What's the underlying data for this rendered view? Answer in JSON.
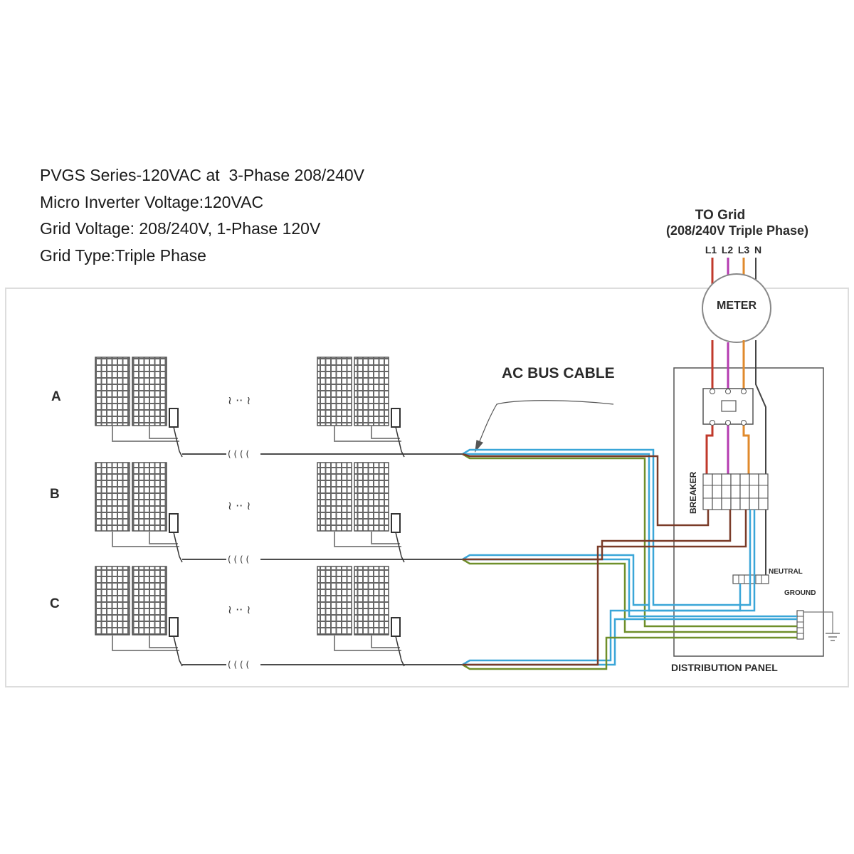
{
  "spec": {
    "line1": "PVGS Series-120VAC at  3-Phase 208/240V",
    "line2": "Micro Inverter Voltage:120VAC",
    "line3": "Grid Voltage: 208/240V, 1-Phase 120V",
    "line4": "Grid Type:Triple Phase"
  },
  "grid": {
    "title": "TO Grid",
    "subtitle": "(208/240V Triple Phase)",
    "phases": [
      "L1",
      "L2",
      "L3",
      "N"
    ]
  },
  "meter_label": "METER",
  "ac_bus_label": "AC BUS CABLE",
  "rows": [
    "A",
    "B",
    "C"
  ],
  "breaker_label": "BREAKER",
  "neutral_label": "NEUTRAL",
  "ground_label": "GROUND",
  "panel_label": "DISTRIBUTION PANEL",
  "colors": {
    "L1": "#c0392b",
    "L2": "#b43bb0",
    "L3": "#e08a2c",
    "neutral": "#444444",
    "blue": "#3aa6d8",
    "green": "#6f8f2a",
    "brown": "#7a3b28",
    "panel": "#555555"
  }
}
